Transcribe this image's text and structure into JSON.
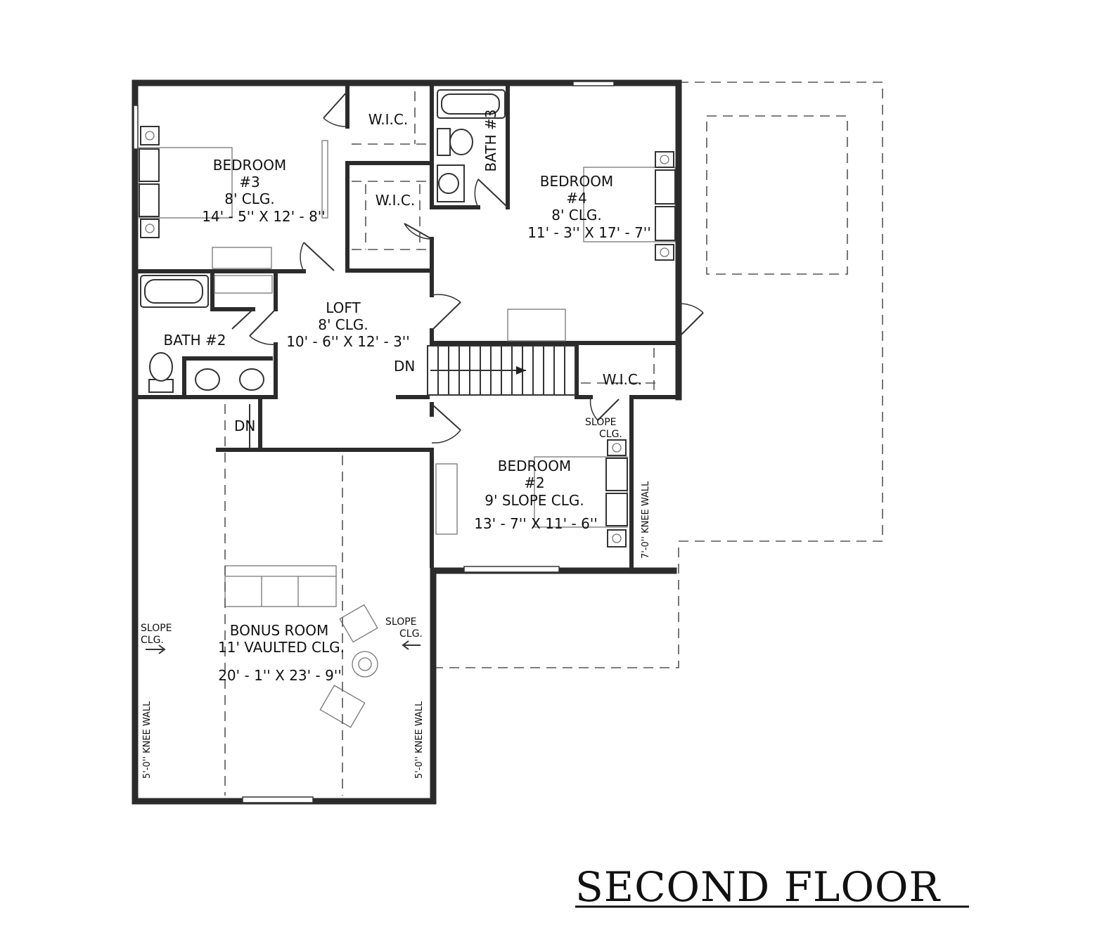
{
  "title": "SECOND FLOOR",
  "rooms": {
    "bedroom3": {
      "name_line1": "BEDROOM",
      "name_line2": "#3",
      "ceiling": "8' CLG.",
      "size": "14' - 5'' X 12' - 8''"
    },
    "bedroom4": {
      "name_line1": "BEDROOM",
      "name_line2": "#4",
      "ceiling": "8' CLG.",
      "size": "11' - 3'' X 17' - 7''"
    },
    "loft": {
      "name": "LOFT",
      "ceiling": "8' CLG.",
      "size": "10' - 6'' X 12' - 3''"
    },
    "bedroom2": {
      "name_line1": "BEDROOM",
      "name_line2": "#2",
      "ceiling": "9' SLOPE CLG.",
      "size": "13' - 7'' X 11' - 6''"
    },
    "bonus": {
      "name": "BONUS ROOM",
      "ceiling": "11' VAULTED CLG.",
      "size": "20' - 1'' X 23' - 9''"
    },
    "bath2": {
      "name": "BATH #2"
    },
    "bath3": {
      "name": "BATH #3"
    },
    "wic_a": {
      "name": "W.I.C."
    },
    "wic_b": {
      "name": "W.I.C."
    },
    "wic_c": {
      "name": "W.I.C."
    }
  },
  "notes": {
    "slope_line1": "SLOPE",
    "slope_line2": "CLG.",
    "knee_wall_5": "5'-0'' KNEE WALL",
    "knee_wall_7": "7'-0'' KNEE WALL",
    "stair_down": "DN"
  }
}
